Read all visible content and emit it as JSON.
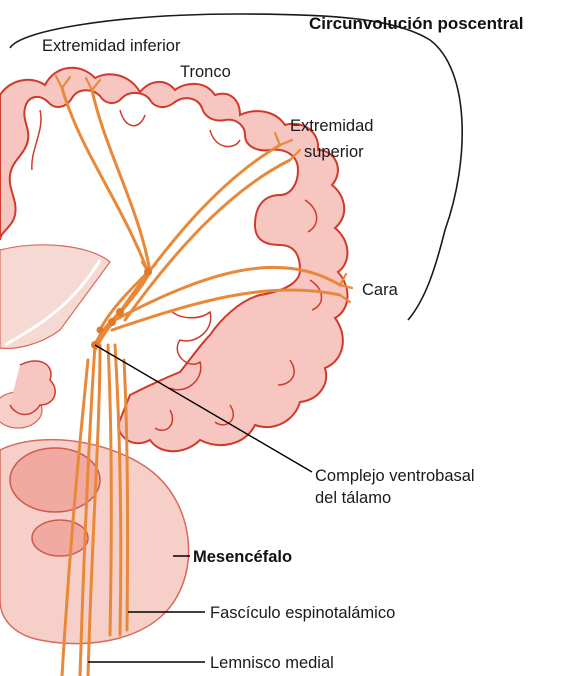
{
  "labels": {
    "gyrus": "Circunvolución poscentral",
    "lower_limb": "Extremidad inferior",
    "trunk": "Tronco",
    "upper_limb_1": "Extremidad",
    "upper_limb_2": "superior",
    "face": "Cara",
    "thalamus_1": "Complejo ventrobasal",
    "thalamus_2": "del tálamo",
    "midbrain": "Mesencéfalo",
    "spinothalamic": "Fascículo espinotalámico",
    "medial_lemniscus": "Lemnisco medial"
  },
  "colors": {
    "cortex_fill": "#f7c6c0",
    "cortex_outline": "#cf3a2a",
    "pathway": "#e8893a",
    "deep_structure": "#f3b3ac",
    "leader_line": "#000000"
  }
}
